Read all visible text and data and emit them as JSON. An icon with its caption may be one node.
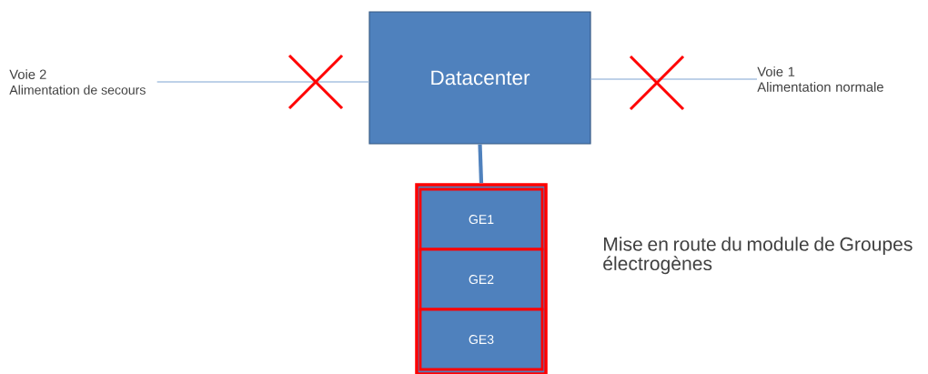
{
  "diagram": {
    "nodes": [
      {
        "text": [
          "Datacenter"
        ]
      },
      {
        "text": [
          "Voie 2",
          "Alimentation de secours"
        ]
      },
      {
        "text": [
          "Voie 1",
          "Alimentation normale"
        ]
      },
      {
        "text": [],
        "shape": "box"
      },
      {
        "text": [
          "GE1"
        ],
        "in": 3
      },
      {
        "text": [
          "GE2"
        ],
        "in": 3
      },
      {
        "text": [
          "GE3"
        ],
        "in": 3
      }
    ],
    "edges": [
      {
        "from": 1,
        "to": 0,
        "arrow": "none",
        "color": "#a9c2e0"
      },
      {
        "from": 0,
        "to": 2,
        "arrow": "none",
        "color": "#a9c2e0"
      },
      {
        "from": 0,
        "to": 3,
        "arrow": "none",
        "style": "thick"
      }
    ],
    "labels": [
      "Mise en route du module de Groupes électrogènes"
    ]
  }
}
